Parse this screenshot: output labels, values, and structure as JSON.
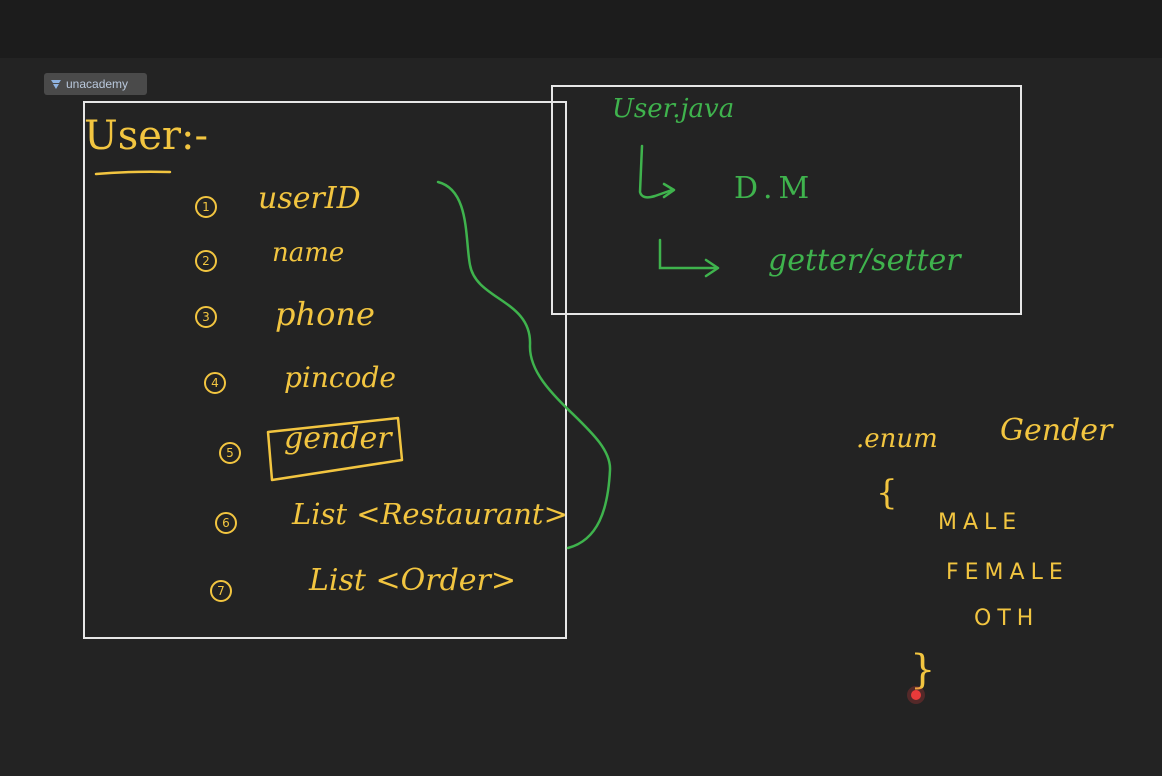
{
  "header": {
    "logo_text": "unacademy"
  },
  "user_box": {
    "title": "User:-",
    "fields": [
      {
        "num": "1",
        "label": "userID"
      },
      {
        "num": "2",
        "label": "name"
      },
      {
        "num": "3",
        "label": "phone"
      },
      {
        "num": "4",
        "label": "pincode"
      },
      {
        "num": "5",
        "label": "gender"
      },
      {
        "num": "6",
        "label": "List <Restaurant>"
      },
      {
        "num": "7",
        "label": "List <Order>"
      }
    ]
  },
  "java_box": {
    "file": "User.java",
    "dm": "D.M",
    "methods": "getter/setter"
  },
  "enum_block": {
    "declaration": ".enum",
    "name": "Gender",
    "open_brace": "{",
    "values": [
      "MALE",
      "FEMALE",
      "OTH"
    ],
    "close_brace": "}"
  },
  "colors": {
    "ink_yellow": "#f2c540",
    "ink_green": "#3fb34d",
    "frame": "#e6e6e6",
    "background": "#232323",
    "pointer": "#e83a3a"
  }
}
